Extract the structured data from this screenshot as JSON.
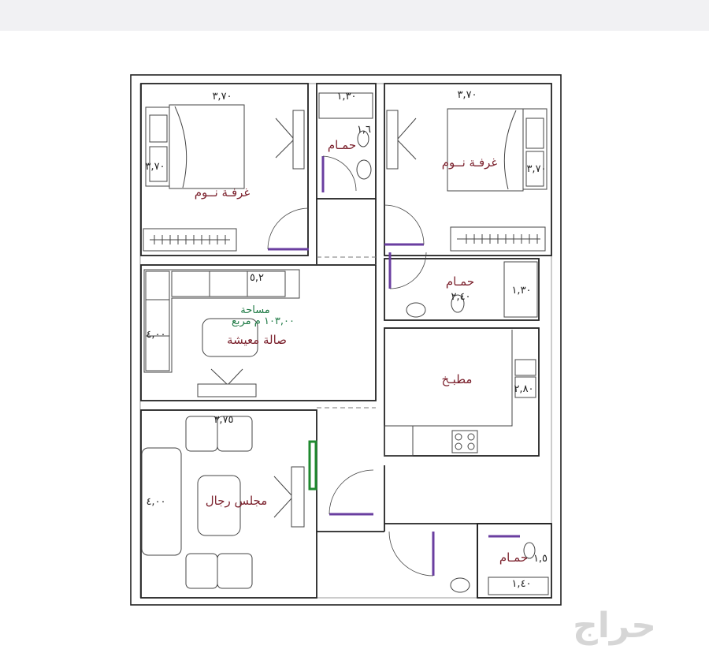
{
  "rooms": {
    "bedroom_left": "غرفـة نــوم",
    "bedroom_right": "غرفـة نــوم",
    "bath_top": "حمـام",
    "bath_right": "حمـام",
    "living": "صالة معيشة",
    "kitchen": "مطبـخ",
    "majlis": "مجلس رجال",
    "bath_bottom": "حمـام"
  },
  "area": {
    "label": "مساحة",
    "value": "١٠٣,٠٠ م مربع"
  },
  "dimensions": {
    "bedroom_left_w": "٣,٧٠",
    "bedroom_left_h": "٣,٧٠",
    "bath_top_w": "١,٣٠",
    "bath_top_h": "١,٦",
    "bedroom_right_w": "٣,٧٠",
    "bedroom_right_h": "٣,٧٠",
    "living_w": "٥,٢",
    "living_h": "٤,٠٠",
    "bath_right_w": "٢,٤٠",
    "bath_right_h": "١,٣٠",
    "kitchen_h": "٢,٨٠",
    "majlis_w": "٣,٧٥",
    "majlis_h": "٤,٠٠",
    "bath_bottom_w": "١,٤٠",
    "bath_bottom_h": "١,٥"
  },
  "watermark": "حراج"
}
